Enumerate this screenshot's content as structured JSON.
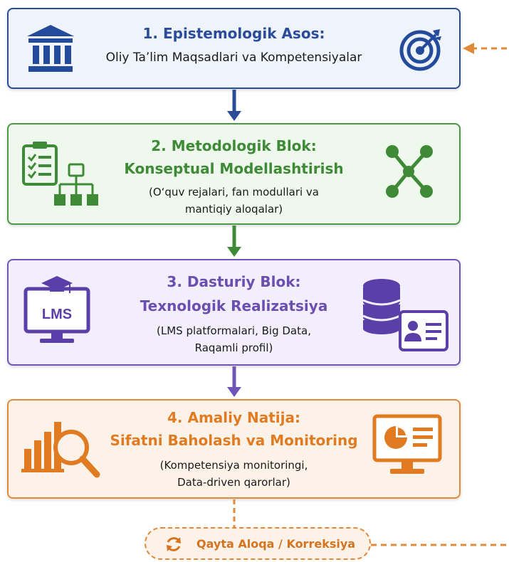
{
  "blocks": [
    {
      "title": "1. Epistemologik Asos:",
      "subtitle": "Oliy Ta’lim Maqsadlari va Kompetensiyalar",
      "icons": [
        "building-icon",
        "target-icon"
      ],
      "color": "#2a4c99"
    },
    {
      "title": "2. Metodologik Blok:",
      "subtitle": "Konseptual Modellashtirish",
      "note_lines": [
        "(O‘quv rejalari, fan modullari va",
        "mantiqiy aloqalar)"
      ],
      "icons": [
        "clipboard-checklist-icon",
        "hierarchy-icon",
        "network-icon"
      ],
      "color": "#3e8a36"
    },
    {
      "title": "3. Dasturiy Blok:",
      "subtitle": "Texnologik Realizatsiya",
      "note_lines": [
        "(LMS platformalari, Big Data,",
        "Raqamli profil)"
      ],
      "icons": [
        "lms-monitor-icon",
        "database-icon",
        "profile-card-icon"
      ],
      "icon_text": {
        "lms": "LMS"
      },
      "color": "#6a4fb0"
    },
    {
      "title": "4. Amaliy Natija:",
      "subtitle": "Sifatni Baholash va Monitoring",
      "note_lines": [
        "(Kompetensiya monitoringi,",
        "Data-driven qarorlar)"
      ],
      "icons": [
        "chart-magnifier-icon",
        "dashboard-monitor-icon"
      ],
      "color": "#e07b22"
    }
  ],
  "feedback": {
    "label": "Qayta Aloqa / Korreksiya",
    "icon": "refresh-icon",
    "color": "#e08a3a"
  }
}
